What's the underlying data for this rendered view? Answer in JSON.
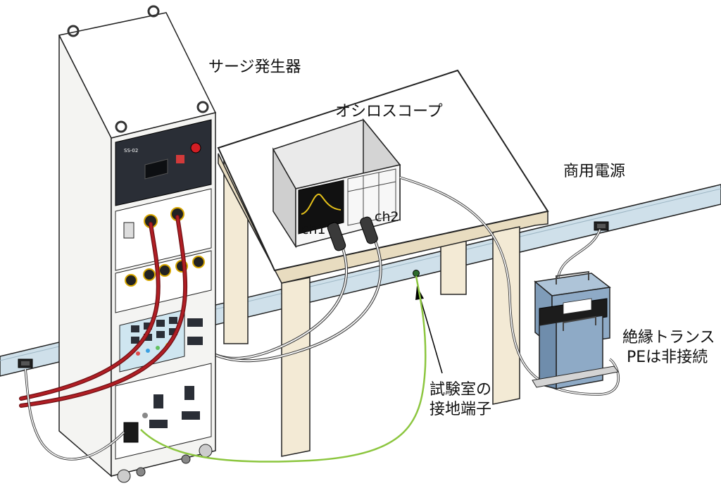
{
  "labels": {
    "surge_generator": "サージ発生器",
    "oscilloscope": "オシロスコープ",
    "commercial_power": "商用電源",
    "transformer_line1": "絶縁トランス",
    "transformer_line2": "PEは非接続",
    "ground_line1": "試験室の",
    "ground_line2": "接地端子",
    "ch1": "ch1",
    "ch2": "ch2",
    "panel_model": "SS-02"
  },
  "colors": {
    "wall_strip": "#cfe0ea",
    "table_wood": "#f3ead5",
    "surge_cable": "#b01e24",
    "ground_wire": "#8cc63f",
    "transformer": "#8eaac6",
    "cabinet": "#f4f4f2",
    "panel": "#2a2e36",
    "scope_screen": "#111111",
    "waveform": "#e6c21a"
  }
}
